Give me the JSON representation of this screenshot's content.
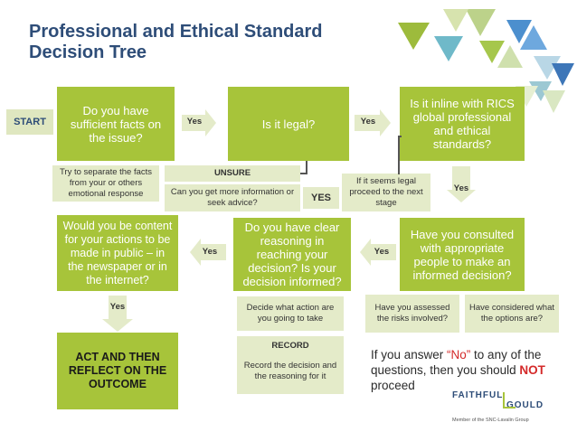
{
  "title_line1": "Professional and Ethical Standard",
  "title_line2": "Decision Tree",
  "start": "START",
  "boxes": {
    "facts": "Do you have sufficient facts on the issue?",
    "legal": "Is it legal?",
    "rics": "Is it inline with RICS global professional and ethical standards?",
    "consulted": "Have you consulted with appropriate people to make an informed decision?",
    "reasoning": "Do you have clear reasoning in reaching your decision? Is your decision informed?",
    "public": "Would you be content for your actions to be made in public – in the newspaper or in the internet?",
    "act": "ACT AND THEN REFLECT ON THE OUTCOME"
  },
  "notes": {
    "separate": "Try to separate the facts from your or others emotional response",
    "unsure_title": "UNSURE",
    "unsure_text": "Can you get more information or seek advice?",
    "yes_caps": "YES",
    "seems_legal": "If it seems legal proceed to the next stage",
    "decide": "Decide what action are you going to take",
    "record_title": "RECORD",
    "record_text": "Record the decision and the reasoning for it",
    "risks": "Have you assessed the risks involved?",
    "options": "Have considered what the options are?"
  },
  "arrows": {
    "a1": "Yes",
    "a2": "Yes",
    "a3": "Yes",
    "a4": "Yes",
    "a5": "Yes",
    "a6": "Yes"
  },
  "closing": {
    "p1": "If you answer ",
    "q": "“No”",
    "p2": " to any of the questions, then you should ",
    "not": "NOT",
    "p3": " proceed"
  },
  "logo": {
    "word1": "FAITHFUL",
    "word2": "GOULD",
    "tagline": "Member of the SNC-Lavalin Group"
  },
  "colors": {
    "green": "#a7c43a",
    "pale": "#e4ebc9",
    "title": "#2e4d78",
    "red": "#d42a2a"
  }
}
